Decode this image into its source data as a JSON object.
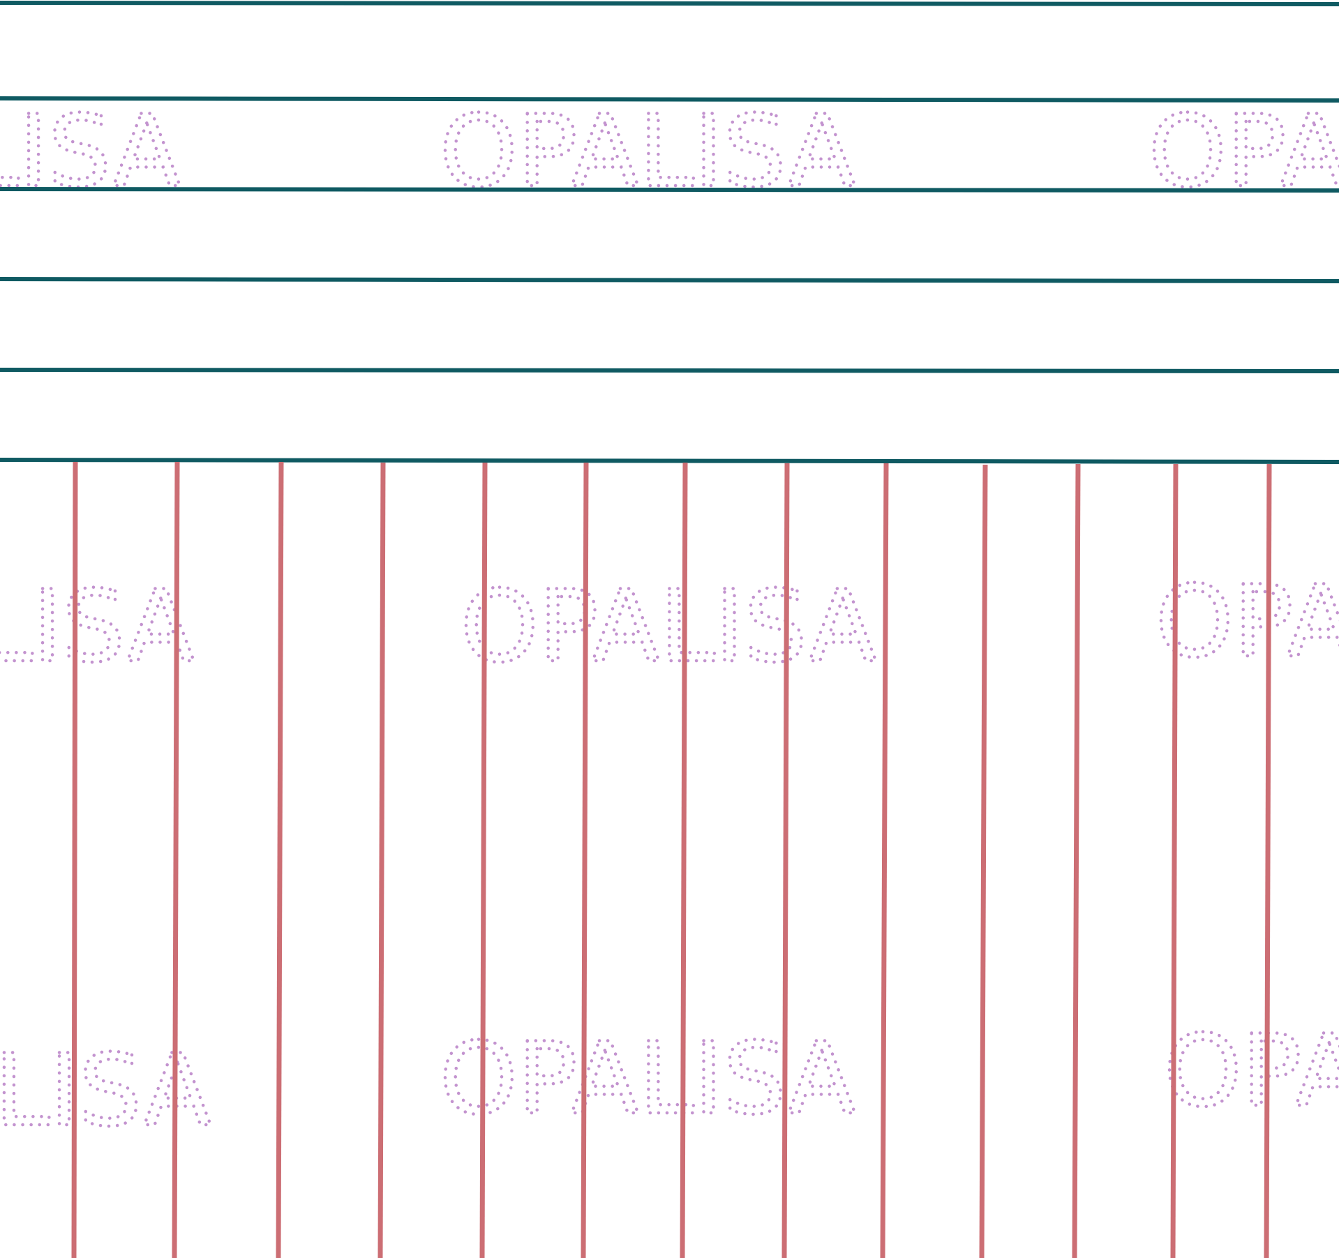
{
  "colors": {
    "background": "#ffffff",
    "horizontal_lines": "#0f5a62",
    "vertical_lines": "#cc6e74",
    "watermark": "#c393cf"
  },
  "watermark": {
    "text": "OPALISA",
    "fragment_left": "LISA",
    "fragment_right": "OPA"
  }
}
